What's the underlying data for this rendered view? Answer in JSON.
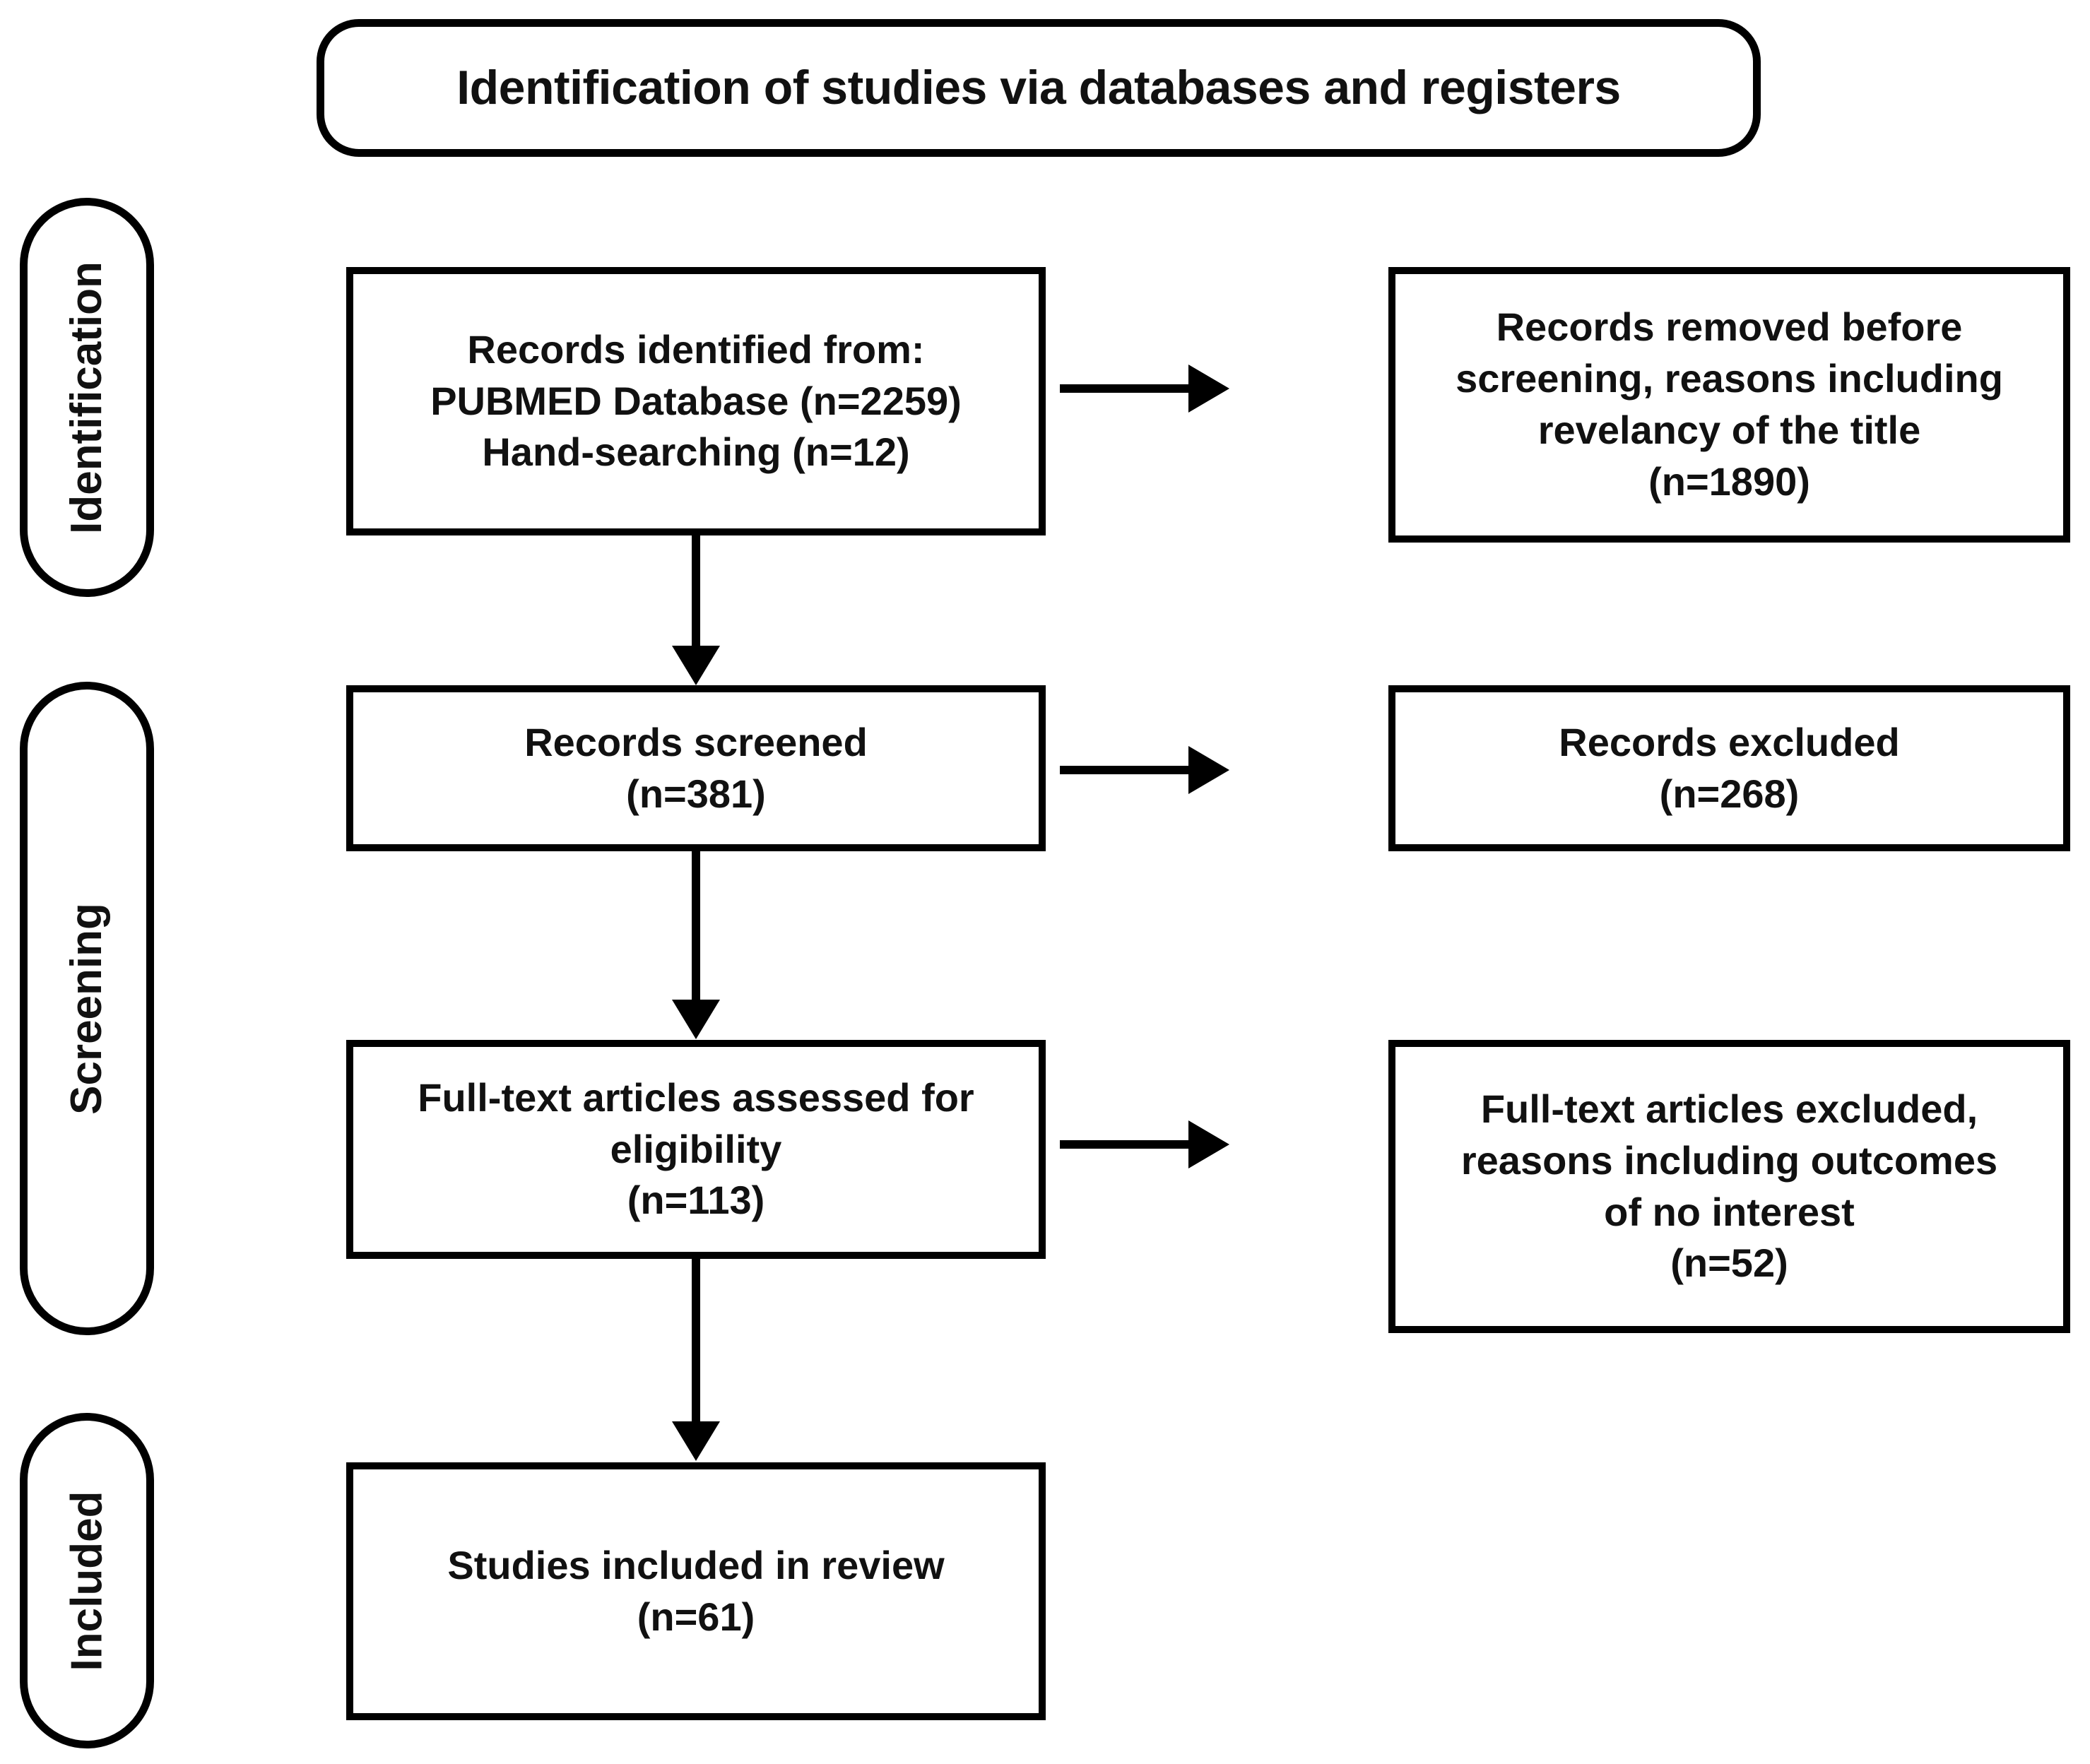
{
  "diagram": {
    "type": "prisma-flow-diagram",
    "title": "Identification of studies via databases and registers",
    "stages": [
      {
        "id": "identification",
        "label": "Identification"
      },
      {
        "id": "screening",
        "label": "Screening"
      },
      {
        "id": "included",
        "label": "Included"
      }
    ],
    "boxes": {
      "identified": {
        "lines": [
          "Records identified from:",
          "PUBMED Database (n=2259)",
          "Hand-searching (n=12)"
        ]
      },
      "removed": {
        "lines": [
          "Records removed before",
          "screening, reasons including",
          "revelancy of the title",
          "(n=1890)"
        ]
      },
      "screened": {
        "lines": [
          "Records screened",
          "(n=381)"
        ]
      },
      "excluded": {
        "lines": [
          "Records excluded",
          "(n=268)"
        ]
      },
      "fulltext": {
        "lines": [
          "Full-text articles assessed for",
          "eligibility",
          "(n=113)"
        ]
      },
      "fulltext_excluded": {
        "lines": [
          "Full-text articles excluded,",
          "reasons including outcomes",
          "of no interest",
          "(n=52)"
        ]
      },
      "included": {
        "lines": [
          "Studies included in review",
          "(n=61)"
        ]
      }
    },
    "counts": {
      "pubmed_database": 2259,
      "hand_searching": 12,
      "removed_before_screening": 1890,
      "records_screened": 381,
      "records_excluded": 268,
      "fulltext_assessed": 113,
      "fulltext_excluded": 52,
      "studies_included": 61
    },
    "colors": {
      "stroke": "#000000",
      "background": "#ffffff",
      "text": "#111111"
    }
  }
}
